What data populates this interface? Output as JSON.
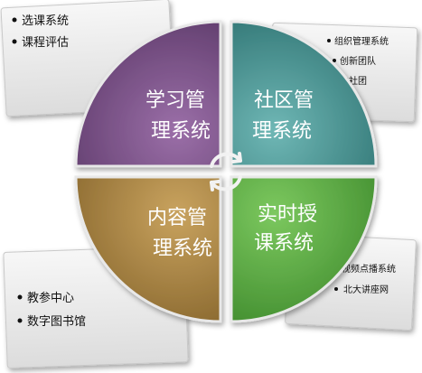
{
  "diagram": {
    "quadrants": [
      {
        "id": "learning",
        "lines": [
          "学习管",
          "理系统"
        ],
        "color": "#7a4f86"
      },
      {
        "id": "community",
        "lines": [
          "社区管",
          "理系统"
        ],
        "color": "#4c9796"
      },
      {
        "id": "content",
        "lines": [
          "内容管",
          "理系统"
        ],
        "color": "#a88543"
      },
      {
        "id": "live",
        "lines": [
          "实时授",
          "课系统"
        ],
        "color": "#5da645"
      }
    ],
    "boxes": {
      "top_left": {
        "items": [
          "选课系统",
          "课程评估"
        ]
      },
      "top_right": {
        "items": [
          "组织管理系统",
          "创新团队",
          "学生社团"
        ]
      },
      "bottom_left": {
        "items": [
          "教参中心",
          "数字图书馆"
        ]
      },
      "bottom_right": {
        "items": [
          "视频点播系统",
          "北大讲座网"
        ]
      }
    },
    "center_icon": "cycle-arrows-icon",
    "colors": {
      "box_fill": "#ececec",
      "box_stroke": "#c9c9c9",
      "label_text": "#ffffff",
      "list_text": "#111111"
    }
  }
}
